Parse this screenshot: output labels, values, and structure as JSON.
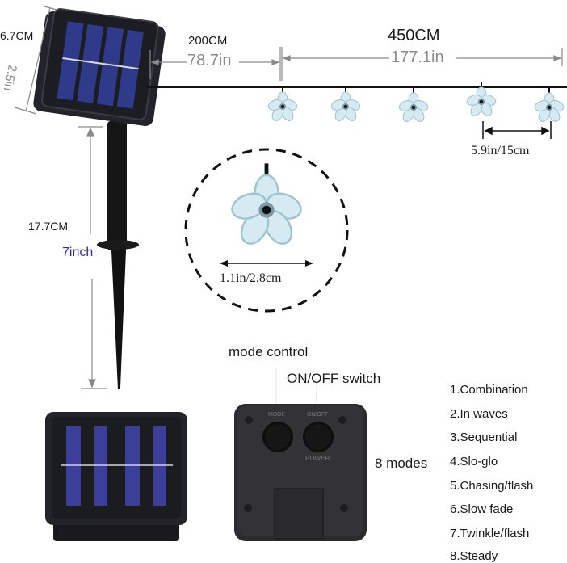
{
  "panel_dimension": {
    "cm": "6.7CM",
    "inch": "2.5in"
  },
  "lead_cable": {
    "cm": "200CM",
    "inch": "78.7in"
  },
  "light_string": {
    "cm": "450CM",
    "inch": "177.1in"
  },
  "bulb_spacing": {
    "label": "5.9in/15cm"
  },
  "stake_height": {
    "cm": "17.7CM",
    "inch": "7inch"
  },
  "flower_diameter": {
    "label": "1.1in/2.8cm"
  },
  "controls": {
    "mode_control_label": "mode control",
    "onoff_label": "ON/OFF switch",
    "button_labels": {
      "mode": "MODE",
      "onoff": "ON/OFF",
      "power": "POWER"
    }
  },
  "modes": {
    "title": "8 modes",
    "items": [
      "1.Combination",
      "2.In waves",
      "3.Sequential",
      "4.Slo-glo",
      "5.Chasing/flash",
      "6.Slow fade",
      "7.Twinkle/flash",
      "8.Steady"
    ]
  },
  "colors": {
    "panel_body": "#1c1d22",
    "solar_cell": "#2f3a8a",
    "dimension_gray": "#8a8a8a",
    "inch_blue": "#2b2f9a",
    "flower": "#cfe6ee"
  }
}
